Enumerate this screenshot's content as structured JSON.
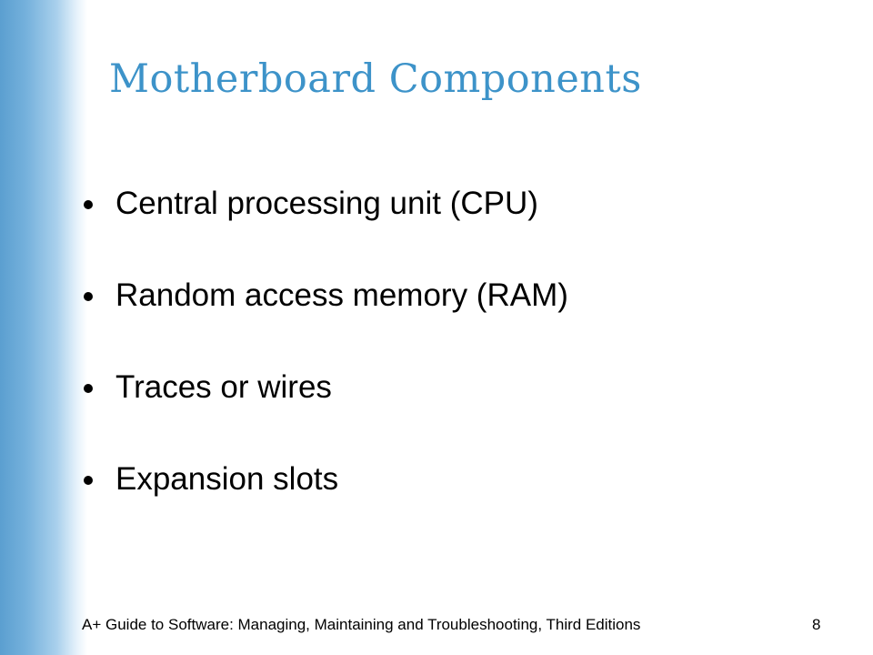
{
  "slide": {
    "title": "Motherboard Components",
    "title_color": "#3d93c9",
    "accent_band_color": "#5b9fd0",
    "bullets": [
      "Central processing unit (CPU)",
      "Random access memory (RAM)",
      "Traces or wires",
      "Expansion slots"
    ],
    "footer": "A+ Guide to Software: Managing, Maintaining and Troubleshooting, Third Editions",
    "page_number": "8"
  }
}
